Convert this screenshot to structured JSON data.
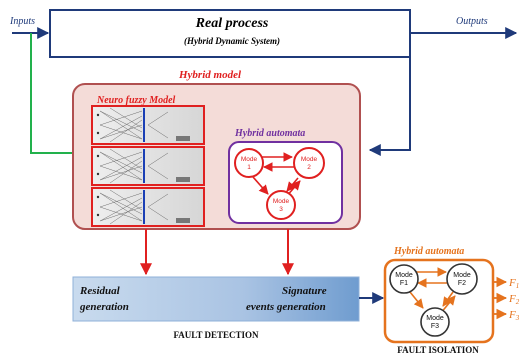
{
  "inputs_label": "Inputs",
  "outputs_label": "Outputs",
  "real_process": {
    "title": "Real process",
    "subtitle": "(Hybrid Dynamic System)"
  },
  "hybrid_model": {
    "title": "Hybrid model",
    "neuro_fuzzy_title": "Neuro fuzzy Model",
    "automata_title": "Hybrid automata",
    "modes": [
      {
        "line1": "Mode",
        "line2": "1"
      },
      {
        "line1": "Mode",
        "line2": "2"
      },
      {
        "line1": "Mode",
        "line2": "3"
      }
    ]
  },
  "detection": {
    "residual_line1": "Residual",
    "residual_line2": "generation",
    "signature_line1": "Signature",
    "signature_line2": "events generation",
    "caption": "FAULT DETECTION"
  },
  "isolation": {
    "automata_title": "Hybrid automata",
    "modes": [
      {
        "line1": "Mode",
        "line2": "F1"
      },
      {
        "line1": "Mode",
        "line2": "F2"
      },
      {
        "line1": "Mode",
        "line2": "F3"
      }
    ],
    "faults": [
      {
        "letter": "F",
        "sub": "1"
      },
      {
        "letter": "F",
        "sub": "2"
      },
      {
        "letter": "F",
        "sub": "3"
      }
    ],
    "caption": "FAULT ISOLATION"
  },
  "colors": {
    "navy": "#1f3a7a",
    "green": "#22b14c",
    "red": "#e02020",
    "orange": "#e5731e",
    "purple": "#7030a0",
    "model_fill": "#f4dcd8"
  }
}
